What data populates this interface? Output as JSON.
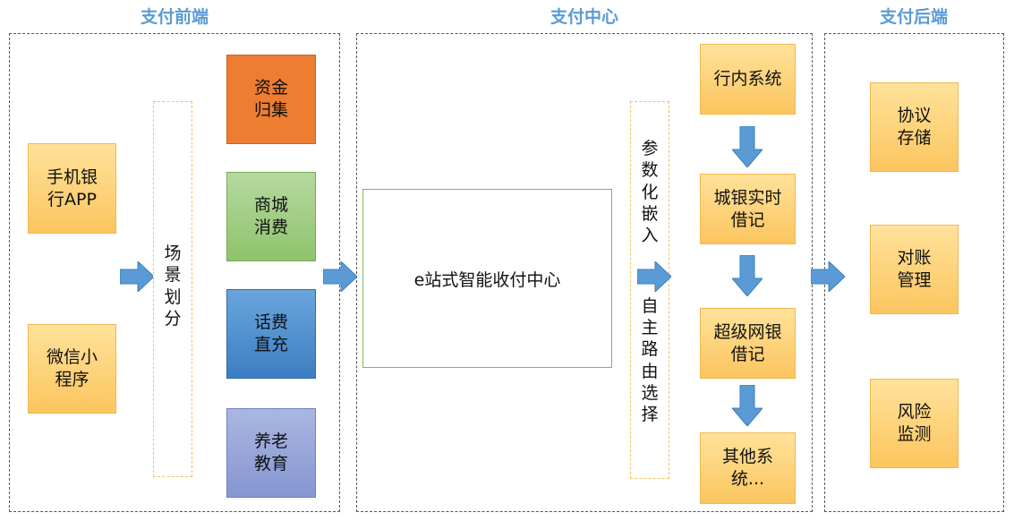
{
  "sections": {
    "front": {
      "title": "支付前端"
    },
    "center": {
      "title": "支付中心"
    },
    "back": {
      "title": "支付后端"
    }
  },
  "front": {
    "channels": [
      "手机银\n行APP",
      "微信小\n程序"
    ],
    "divider_label": "场\n景\n划\n分",
    "scenes": [
      "资金\n归集",
      "商城\n消费",
      "话费\n直充",
      "养老\n教育"
    ]
  },
  "center": {
    "main_box": "e站式智能收付中心",
    "route_label_top": "参\n数\n化\n嵌\n入",
    "route_label_bottom": "自\n主\n路\n由\n选\n择",
    "systems": [
      "行内系统",
      "城银实时\n借记",
      "超级网银\n借记",
      "其他系\n统..."
    ]
  },
  "back": {
    "items": [
      "协议\n存储",
      "对账\n管理",
      "风险\n监测"
    ]
  },
  "colors": {
    "title_blue": "#5b9bd5",
    "arrow_blue": "#5b9bd5",
    "box_yellow": "#fbc55f",
    "scene_orange": "#ed7d31",
    "scene_green": "#8fc36c",
    "scene_blue": "#3c7ec3",
    "scene_lavender": "#8596d1",
    "center_border": "#7cba5a"
  },
  "icons": {
    "arrow": "right-arrow-icon",
    "arrow_down": "down-arrow-icon"
  }
}
